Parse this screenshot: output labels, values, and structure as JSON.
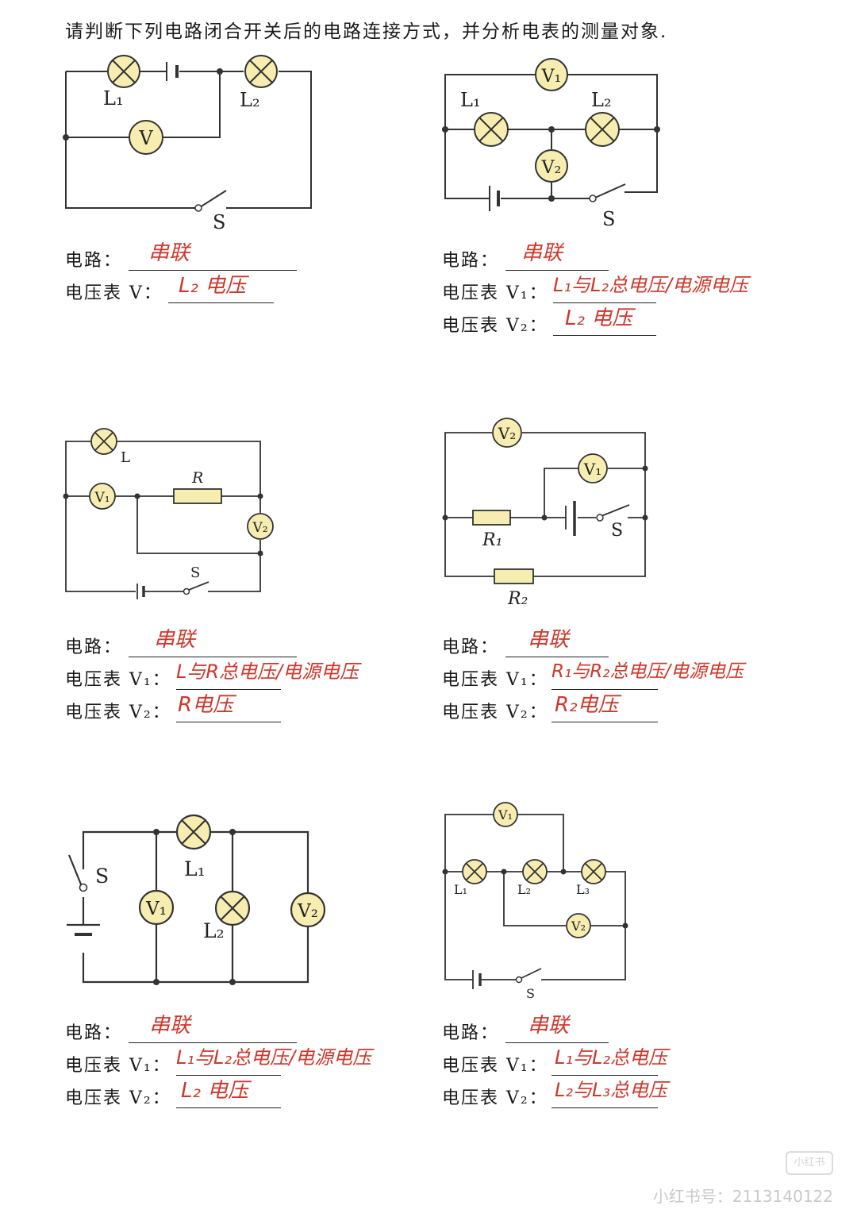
{
  "title": "请判断下列电路闭合开关后的电路连接方式，并分析电表的测量对象.",
  "labels": {
    "circuit": "电路：",
    "voltmeter": "电压表 V：",
    "voltmeter1": "电压表 V₁：",
    "voltmeter2": "电压表 V₂："
  },
  "problems": [
    {
      "components": {
        "L1": "L₁",
        "L2": "L₂",
        "V": "V",
        "S": "S"
      },
      "answers": {
        "circuit": "串联",
        "v": "L₂ 电压"
      }
    },
    {
      "components": {
        "L1": "L₁",
        "L2": "L₂",
        "V1": "V₁",
        "V2": "V₂",
        "S": "S"
      },
      "answers": {
        "circuit": "串联",
        "v1": "L₁与L₂总电压/电源电压",
        "v2": "L₂ 电压"
      }
    },
    {
      "components": {
        "L": "L",
        "R": "R",
        "V1": "V₁",
        "V2": "V₂",
        "S": "S"
      },
      "answers": {
        "circuit": "串联",
        "v1": "L与R总电压/电源电压",
        "v2": "R电压"
      }
    },
    {
      "components": {
        "R1": "R₁",
        "R2": "R₂",
        "V1": "V₁",
        "V2": "V₂",
        "S": "S"
      },
      "answers": {
        "circuit": "串联",
        "v1": "R₁与R₂总电压/电源电压",
        "v2": "R₂电压"
      }
    },
    {
      "components": {
        "L1": "L₁",
        "L2": "L₂",
        "V1": "V₁",
        "V2": "V₂",
        "S": "S"
      },
      "answers": {
        "circuit": "串联",
        "v1": "L₁与L₂总电压/电源电压",
        "v2": "L₂ 电压"
      }
    },
    {
      "components": {
        "L1": "L₁",
        "L2": "L₂",
        "L3": "L₃",
        "V1": "V₁",
        "V2": "V₂",
        "S": "S"
      },
      "answers": {
        "circuit": "串联",
        "v1": "L₁与L₂总电压",
        "v2": "L₂与L₃总电压"
      }
    }
  ],
  "watermark": {
    "text": "小红书号：2113140122",
    "badge": "小红书"
  },
  "colors": {
    "lamp_fill": "#f7edb0",
    "answer": "#d0372b",
    "wire": "#333333"
  }
}
